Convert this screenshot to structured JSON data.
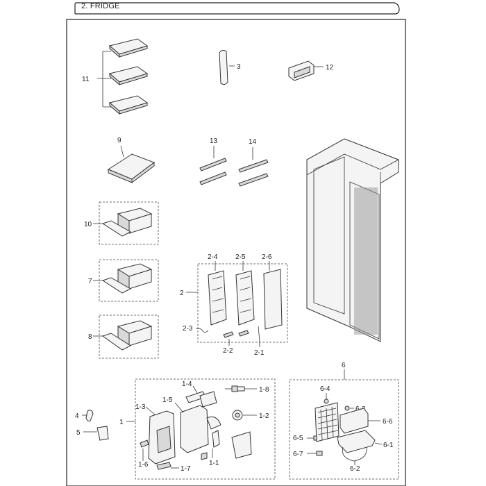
{
  "section_title": "2. FRIDGE",
  "labels": {
    "p1": "1",
    "p1_1": "1-1",
    "p1_2": "1-2",
    "p1_3": "1-3",
    "p1_4": "1-4",
    "p1_5": "1-5",
    "p1_6": "1-6",
    "p1_7": "1-7",
    "p1_8": "1-8",
    "p2": "2",
    "p2_1": "2-1",
    "p2_2": "2-2",
    "p2_3": "2-3",
    "p2_4": "2-4",
    "p2_5": "2-5",
    "p2_6": "2-6",
    "p3": "3",
    "p4": "4",
    "p5": "5",
    "p6": "6",
    "p6_1": "6-1",
    "p6_2": "6-2",
    "p6_3": "6-3",
    "p6_4": "6-4",
    "p6_5": "6-5",
    "p6_6": "6-6",
    "p6_7": "6-7",
    "p7": "7",
    "p8": "8",
    "p9": "9",
    "p10": "10",
    "p11": "11",
    "p12": "12",
    "p13": "13",
    "p14": "14"
  }
}
